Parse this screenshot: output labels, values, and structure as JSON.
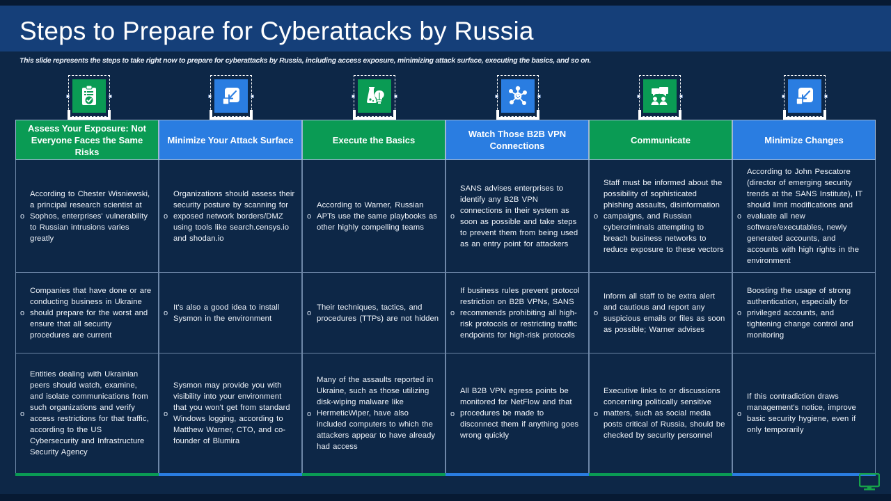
{
  "slide": {
    "title": "Steps to Prepare for Cyberattacks by Russia",
    "subtitle": "This slide represents the steps to take right now to prepare for cyberattacks by Russia, including access exposure, minimizing attack surface, executing the basics, and so on.",
    "colors": {
      "background": "#0d2747",
      "title_bar": "#153f79",
      "green": "#0a9b54",
      "blue": "#2a7de1",
      "border": "#9fb6d4",
      "text": "#f0f4fa",
      "corner_icon": "#16a34a"
    }
  },
  "icons": [
    {
      "name": "clipboard-check-icon",
      "color": "#0a9b54"
    },
    {
      "name": "resize-minimize-icon",
      "color": "#2a7de1"
    },
    {
      "name": "flask-lightbulb-icon",
      "color": "#0a9b54"
    },
    {
      "name": "network-nodes-icon",
      "color": "#2a7de1"
    },
    {
      "name": "people-speech-icon",
      "color": "#0a9b54"
    },
    {
      "name": "resize-minimize-icon",
      "color": "#2a7de1"
    }
  ],
  "columns": [
    {
      "header": "Assess Your Exposure: Not Everyone Faces the Same Risks",
      "header_color": "#0a9b54",
      "bullets": [
        "According to Chester Wisniewski, a principal research scientist at Sophos, enterprises' vulnerability to Russian intrusions varies greatly",
        "Companies that have done or are conducting business in Ukraine should prepare for the worst and ensure that all security procedures are current",
        "Entities dealing with Ukrainian peers should watch, examine, and isolate communications from such organizations and verify access restrictions for that traffic, according to the US Cybersecurity and Infrastructure Security Agency"
      ]
    },
    {
      "header": "Minimize Your Attack Surface",
      "header_color": "#2a7de1",
      "bullets": [
        "Organizations should assess their security posture by scanning for exposed network borders/DMZ using tools like search.censys.io and shodan.io",
        "It's also a good idea to install Sysmon in the environment",
        "Sysmon may provide you with visibility into your environment that you won't get from standard Windows logging, according to Matthew Warner, CTO, and co-founder of Blumira"
      ]
    },
    {
      "header": "Execute the Basics",
      "header_color": "#0a9b54",
      "bullets": [
        "According to Warner, Russian APTs use the same playbooks as other highly compelling teams",
        "Their techniques, tactics, and procedures (TTPs) are not hidden",
        "Many of the assaults reported in Ukraine, such as those utilizing disk-wiping malware like HermeticWiper, have also included computers to which the attackers appear to have already had access"
      ]
    },
    {
      "header": "Watch Those B2B VPN Connections",
      "header_color": "#2a7de1",
      "bullets": [
        "SANS advises enterprises to identify any B2B VPN connections in their system as soon as possible and take steps to prevent them from being used as an entry point for attackers",
        "If business rules prevent protocol restriction on B2B VPNs, SANS recommends prohibiting all high-risk protocols or restricting traffic endpoints for high-risk protocols",
        "All B2B VPN egress points be monitored for NetFlow and that procedures be made to disconnect them if anything goes wrong quickly"
      ]
    },
    {
      "header": "Communicate",
      "header_color": "#0a9b54",
      "bullets": [
        "Staff must be informed about the possibility of sophisticated phishing assaults, disinformation campaigns, and Russian cybercriminals attempting to breach business networks to reduce exposure to these vectors",
        "Inform all staff to be extra alert and cautious and report any suspicious emails or files as soon as possible; Warner advises",
        "Executive links to or discussions concerning politically sensitive matters, such as social media posts critical of Russia, should be checked by security personnel"
      ]
    },
    {
      "header": "Minimize Changes",
      "header_color": "#2a7de1",
      "bullets": [
        "According to John Pescatore (director of emerging security trends at the SANS Institute), IT should limit modifications and evaluate all new software/executables, newly generated accounts, and accounts with high rights in the environment",
        "Boosting the usage of strong authentication, especially for privileged accounts, and tightening change control and monitoring",
        "If this contradiction draws management's notice, improve basic security hygiene, even if only temporarily"
      ]
    }
  ]
}
